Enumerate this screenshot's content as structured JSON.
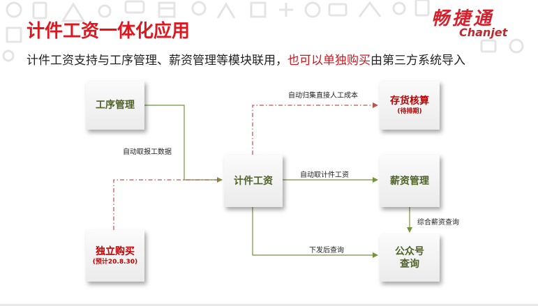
{
  "slide": {
    "title": "计件工资一体化应用",
    "subtitle_plain": "计件工资支持与工序管理、薪资管理等模块联用，",
    "subtitle_highlight": "也可以单独购买",
    "subtitle_tail": "由第三方系统导入"
  },
  "logo": {
    "text_cn": "畅捷通",
    "text_en": "Chanjet"
  },
  "nodes": {
    "process": {
      "label": "工序管理"
    },
    "piecework": {
      "label": "计件工资"
    },
    "inventory": {
      "label": "存货核算",
      "note": "(待排期)"
    },
    "payroll": {
      "label": "薪资管理"
    },
    "standalone": {
      "label": "独立购买",
      "note": "(预计20.8.30)"
    },
    "wechat": {
      "label_line1": "公众号",
      "label_line2": "查询"
    }
  },
  "edges": {
    "process_to_piecework": "自动取报工数据",
    "piecework_to_inventory": "自动归集直接人工成本",
    "piecework_to_payroll": "自动取计件工资",
    "payroll_to_wechat": "综合薪资查询",
    "piecework_to_wechat": "下发后查询"
  },
  "colors": {
    "title_red": "#e0161e",
    "node_green_text": "#4f6228",
    "node_red_text": "#c00000",
    "solid_connector": "#76923c",
    "dashed_connector": "#c0504d",
    "icon_watermark": "#e6e6e6"
  }
}
